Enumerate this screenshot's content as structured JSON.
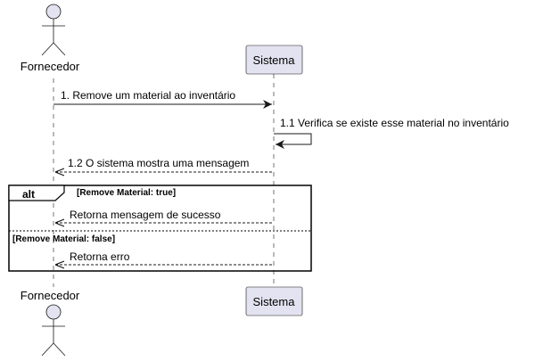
{
  "participants": {
    "actor": "Fornecedor",
    "system": "Sistema"
  },
  "messages": {
    "m1": "1. Remove um material ao inventário",
    "m1_1": "1.1 Verifica se existe esse material no inventário",
    "m1_2": "1.2 O sistema mostra uma mensagem",
    "success": "Retorna mensagem de sucesso",
    "error": "Retorna erro"
  },
  "alt": {
    "keyword": "alt",
    "guard_true": "[Remove Material: true]",
    "guard_false": "[Remove Material: false]"
  },
  "colors": {
    "box_fill": "#e2e2f0",
    "box_stroke": "#181818",
    "actor_fill": "#e2e2f0",
    "lifeline": "#181818"
  }
}
